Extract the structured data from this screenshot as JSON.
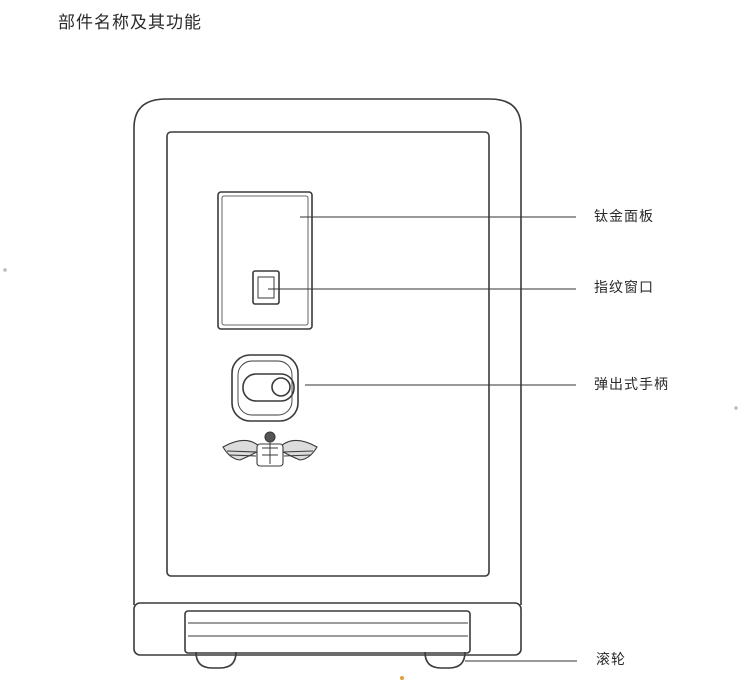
{
  "title": "部件名称及其功能",
  "labels": {
    "titanium_panel": "钛金面板",
    "fingerprint_window": "指纹窗口",
    "popup_handle": "弹出式手柄",
    "roller": "滚轮"
  }
}
